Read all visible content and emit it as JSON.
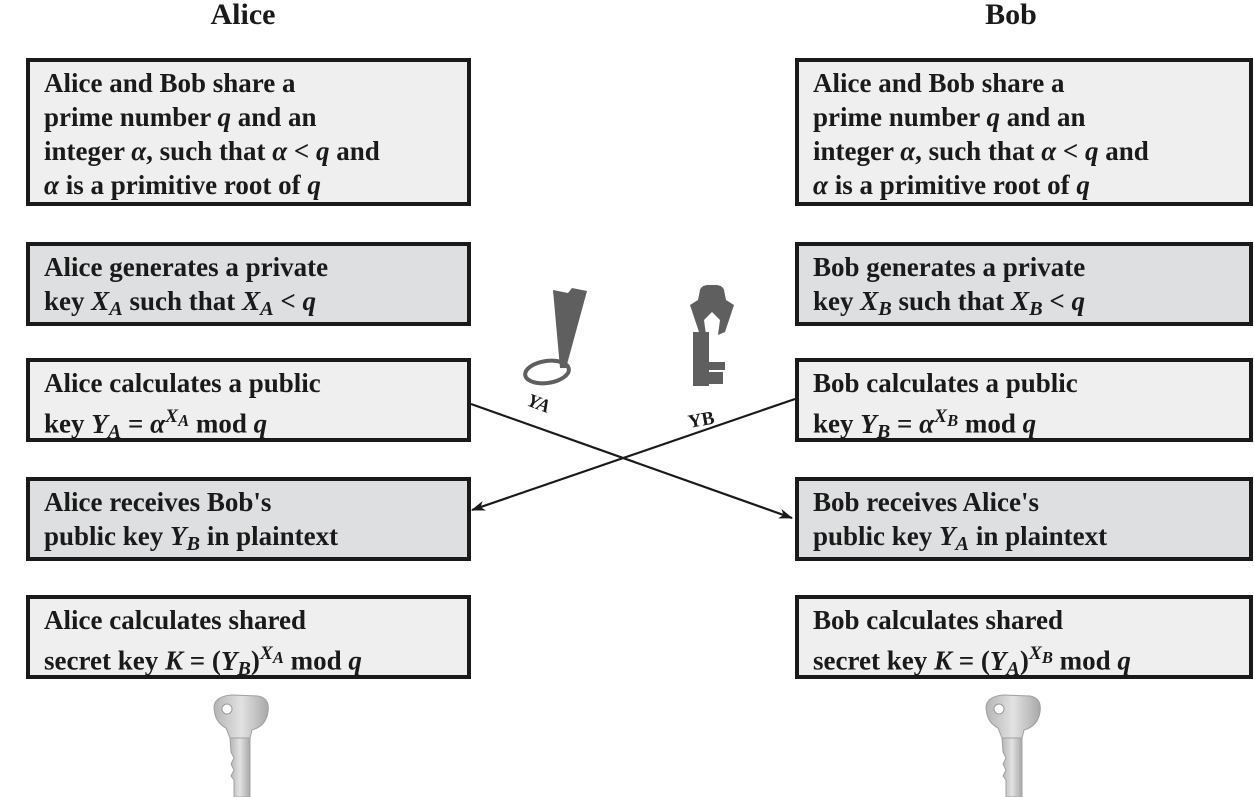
{
  "columns": {
    "left": {
      "title": "Alice"
    },
    "right": {
      "title": "Bob"
    }
  },
  "alice_steps": [
    {
      "lines": [
        "Alice and Bob share a",
        "prime number q and an",
        "integer α, such that α < q and",
        "α is a primitive root of q"
      ]
    },
    {
      "lines": [
        "Alice generates a private",
        "key X_A such that X_A < q"
      ]
    },
    {
      "lines": [
        "Alice calculates a public",
        "key Y_A = α^(X_A) mod q"
      ]
    },
    {
      "lines": [
        "Alice receives Bob's",
        "public key Y_B in plaintext"
      ]
    },
    {
      "lines": [
        "Alice calculates shared",
        "secret key K = (Y_B)^(X_A) mod q"
      ]
    }
  ],
  "bob_steps": [
    {
      "lines": [
        "Alice and Bob share a",
        "prime number q and an",
        "integer α, such that α < q and",
        "α is a primitive root of q"
      ]
    },
    {
      "lines": [
        "Bob generates a private",
        "key X_B such that X_B < q"
      ]
    },
    {
      "lines": [
        "Bob calculates a public",
        "key Y_B = α^(X_B) mod q"
      ]
    },
    {
      "lines": [
        "Bob receives Alice's",
        "public key Y_A in plaintext"
      ]
    },
    {
      "lines": [
        "Bob calculates shared",
        "secret key K = (Y_A)^(X_B) mod q"
      ]
    }
  ],
  "exchange": {
    "alice_public_key_label": "YA",
    "bob_public_key_label": "YB"
  },
  "icons": {
    "alice_public_key": "skeleton-key-icon",
    "bob_public_key": "skeleton-key-icon",
    "shared_secret_key": "key-icon"
  },
  "colors": {
    "box_light": "#efefef",
    "box_dark": "#dedfe1",
    "border": "#1a1a1a",
    "key_gray": "#5f5f5f",
    "secret_key_silver": "#c8c8c8"
  }
}
